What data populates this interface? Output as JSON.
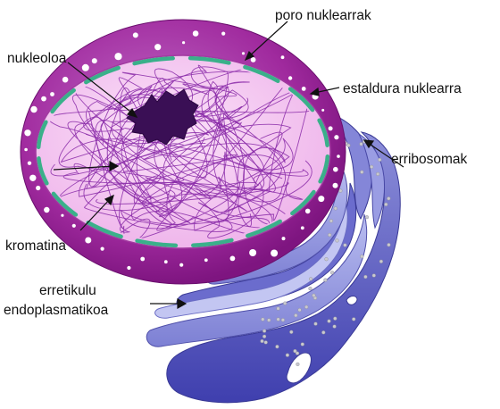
{
  "labels": {
    "nuclear_pore": "poro nuklearrak",
    "nucleolus": "nukleoloa",
    "nuclear_envelope": "estaldura nuklearra",
    "ribosomes": "erribosomak",
    "chromatin": "kromatina",
    "er_line1": "erretikulu",
    "er_line2": "endoplasmatikoa"
  },
  "colors": {
    "nucleus_outer": "#9a1a9a",
    "nucleus_inner": "#f1bdee",
    "envelope_pores": "#3ab08a",
    "nucleolus": "#3a0f55",
    "chromatin": "#8a2aa8",
    "er_fill": "#6a6ac8",
    "er_light": "#b8bcef"
  }
}
